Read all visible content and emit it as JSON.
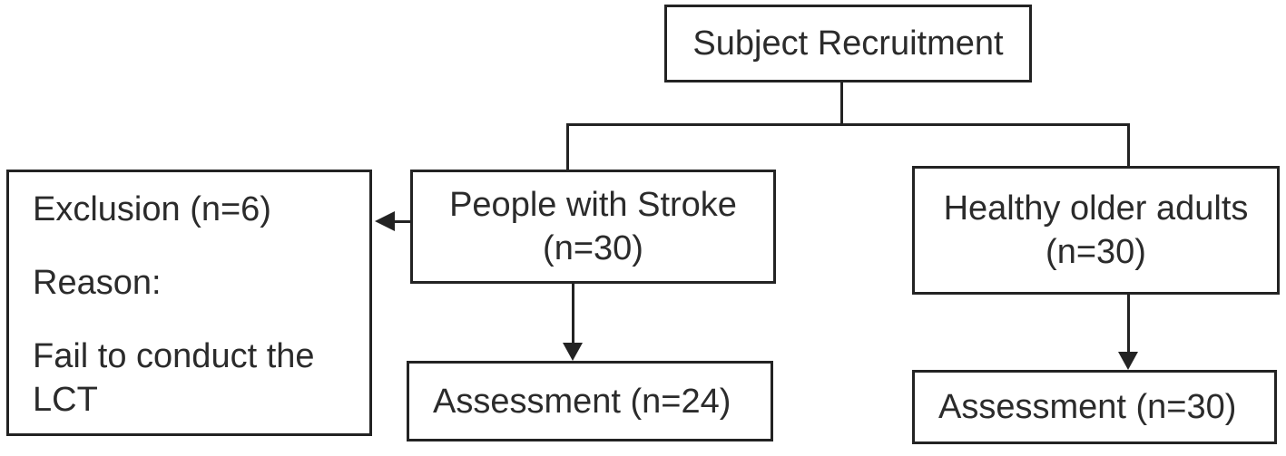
{
  "colors": {
    "background": "#ffffff",
    "line": "#232323",
    "text": "#2b2b2b"
  },
  "nodes": {
    "subject_recruitment": {
      "label": "Subject Recruitment"
    },
    "people_with_stroke": {
      "line1": "People with Stroke",
      "line2": "(n=30)"
    },
    "healthy_older_adults": {
      "line1": "Healthy older adults",
      "line2": "(n=30)"
    },
    "exclusion": {
      "line1": "Exclusion (n=6)",
      "line2": "Reason:",
      "line3": "Fail to conduct the LCT"
    },
    "assessment_stroke": {
      "label": "Assessment (n=24)"
    },
    "assessment_healthy": {
      "label": "Assessment (n=30)"
    }
  }
}
